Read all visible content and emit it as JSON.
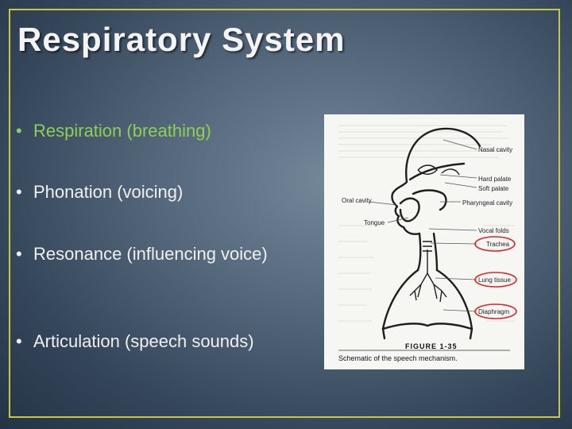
{
  "slide": {
    "title": "Respiratory System",
    "bullets": [
      {
        "text": "Respiration (breathing)",
        "highlighted": true
      },
      {
        "text": "Phonation (voicing)",
        "highlighted": false
      },
      {
        "text": "Resonance (influencing voice)",
        "highlighted": false
      },
      {
        "text": "Articulation (speech sounds)",
        "highlighted": false
      }
    ],
    "bullet_symbol": "•",
    "colors": {
      "title": "#f4f4f4",
      "accent_text": "#8fcf54",
      "body_text": "#f0f0f0",
      "frame_border": "#c9c83c",
      "highlight_circle": "#d9262b"
    }
  },
  "figure": {
    "labels": {
      "nasal_cavity": "Nasal cavity",
      "hard_palate": "Hard palate",
      "soft_palate": "Soft palate",
      "pharyngeal_cavity": "Pharyngeal cavity",
      "oral_cavity": "Oral cavity",
      "tongue": "Tongue",
      "vocal_folds": "Vocal folds",
      "trachea": "Trachea",
      "lung_tissue": "Lung tissue",
      "diaphragm": "Diaphragm"
    },
    "circled_labels": [
      "trachea",
      "lung_tissue",
      "diaphragm"
    ],
    "caption_label": "FIGURE 1-35",
    "caption_text": "Schematic of the speech mechanism."
  }
}
